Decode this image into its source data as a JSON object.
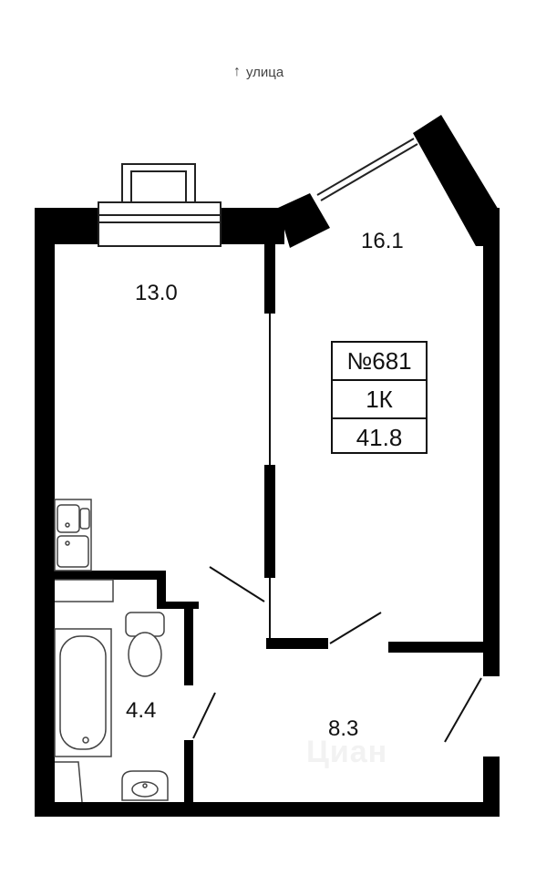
{
  "street": {
    "label": "улица",
    "arrow_icon": "arrow-up-icon"
  },
  "rooms": [
    {
      "id": "room-left",
      "area": "13.0"
    },
    {
      "id": "room-right",
      "area": "16.1"
    },
    {
      "id": "bathroom",
      "area": "4.4"
    },
    {
      "id": "hall",
      "area": "8.3"
    }
  ],
  "info_box": {
    "number": "№681",
    "type": "1К",
    "total_area": "41.8"
  },
  "watermark": "Циан",
  "colors": {
    "wall": "#000000",
    "line": "#111111",
    "fixture": "#444444"
  }
}
